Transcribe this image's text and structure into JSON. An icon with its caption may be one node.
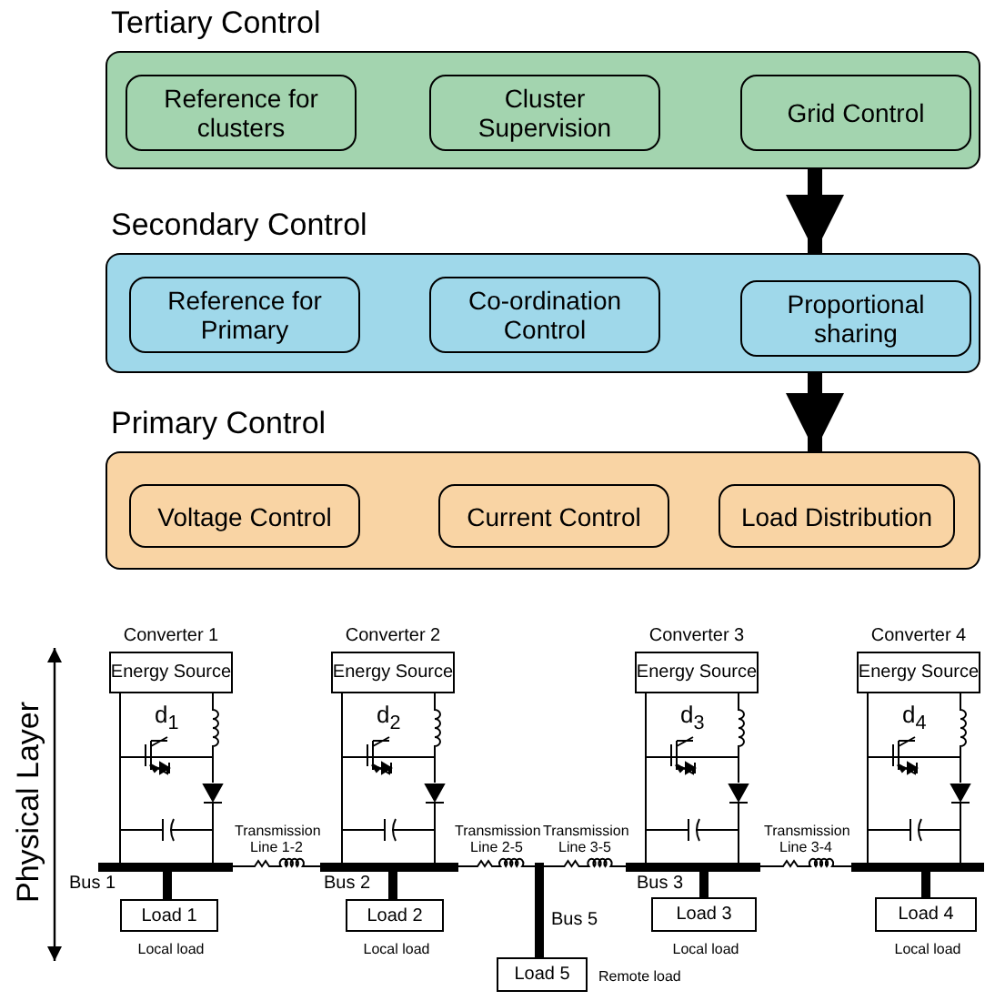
{
  "diagram": {
    "nodes": [
      {
        "text": [
          "Tertiary Control"
        ]
      },
      {
        "text": [
          "Reference for clusters"
        ],
        "in": 0
      },
      {
        "text": [
          "Cluster Supervision"
        ],
        "in": 0
      },
      {
        "text": [
          "Grid Control"
        ],
        "in": 0
      },
      {
        "text": [
          "Secondary Control"
        ]
      },
      {
        "text": [
          "Reference for Primary"
        ],
        "in": 4
      },
      {
        "text": [
          "Co-ordination Control"
        ],
        "in": 4
      },
      {
        "text": [
          "Proportional sharing"
        ],
        "in": 4
      },
      {
        "text": [
          "Primary Control"
        ]
      },
      {
        "text": [
          "Voltage Control"
        ],
        "in": 8
      },
      {
        "text": [
          "Current Control"
        ],
        "in": 8
      },
      {
        "text": [
          "Load Distribution"
        ],
        "in": 8
      },
      {
        "text": [
          "Converter 1",
          "Energy Source"
        ],
        "beside": [
          "d$_{1}$"
        ]
      },
      {
        "text": [
          "Converter 2",
          "Energy Source"
        ],
        "beside": [
          "d$_{2}$"
        ]
      },
      {
        "text": [
          "Converter 3",
          "Energy Source"
        ],
        "beside": [
          "d$_{3}$"
        ]
      },
      {
        "text": [
          "Converter 4",
          "Energy Source"
        ],
        "beside": [
          "d$_{4}$"
        ]
      },
      {
        "text": [
          "Load 1"
        ],
        "beside": [
          "Local load"
        ]
      },
      {
        "text": [
          "Load 2"
        ],
        "beside": [
          "Local load"
        ]
      },
      {
        "text": [
          "Load 3"
        ],
        "beside": [
          "Local load"
        ]
      },
      {
        "text": [
          "Load 4"
        ],
        "beside": [
          "Local load"
        ]
      },
      {
        "text": [
          "Load 5"
        ],
        "beside": [
          "Remote load"
        ]
      },
      {
        "text": [
          "Bus 1"
        ]
      },
      {
        "text": [
          "Bus 2"
        ]
      },
      {
        "text": [
          "Bus 5"
        ]
      },
      {
        "text": [
          "Bus 3"
        ]
      },
      {
        "text": [],
        "shape": "bar"
      }
    ],
    "edges": [
      {
        "from": 0,
        "to": 4,
        "arrow": "to",
        "style": "thick"
      },
      {
        "from": 4,
        "to": 8,
        "arrow": "to",
        "style": "thick"
      },
      {
        "from": 12,
        "to": 21,
        "arrow": "none"
      },
      {
        "from": 13,
        "to": 22,
        "arrow": "none"
      },
      {
        "from": 14,
        "to": 24,
        "arrow": "none"
      },
      {
        "from": 15,
        "to": 25,
        "arrow": "none"
      },
      {
        "from": 21,
        "to": 16,
        "arrow": "none",
        "style": "thick"
      },
      {
        "from": 22,
        "to": 17,
        "arrow": "none",
        "style": "thick"
      },
      {
        "from": 24,
        "to": 18,
        "arrow": "none",
        "style": "thick"
      },
      {
        "from": 25,
        "to": 19,
        "arrow": "none",
        "style": "thick"
      },
      {
        "from": 23,
        "to": 20,
        "arrow": "none",
        "style": "thick"
      },
      {
        "from": 21,
        "to": 22,
        "arrow": "none",
        "label": "Transmission Line 1-2"
      },
      {
        "from": 22,
        "to": 23,
        "arrow": "none",
        "label": "Transmission Line 2-5"
      },
      {
        "from": 23,
        "to": 24,
        "arrow": "none",
        "label": "Transmission Line 3-5"
      },
      {
        "from": 24,
        "to": 25,
        "arrow": "none",
        "label": "Transmission Line 3-4"
      }
    ],
    "labels": [
      "Physical Layer"
    ]
  }
}
